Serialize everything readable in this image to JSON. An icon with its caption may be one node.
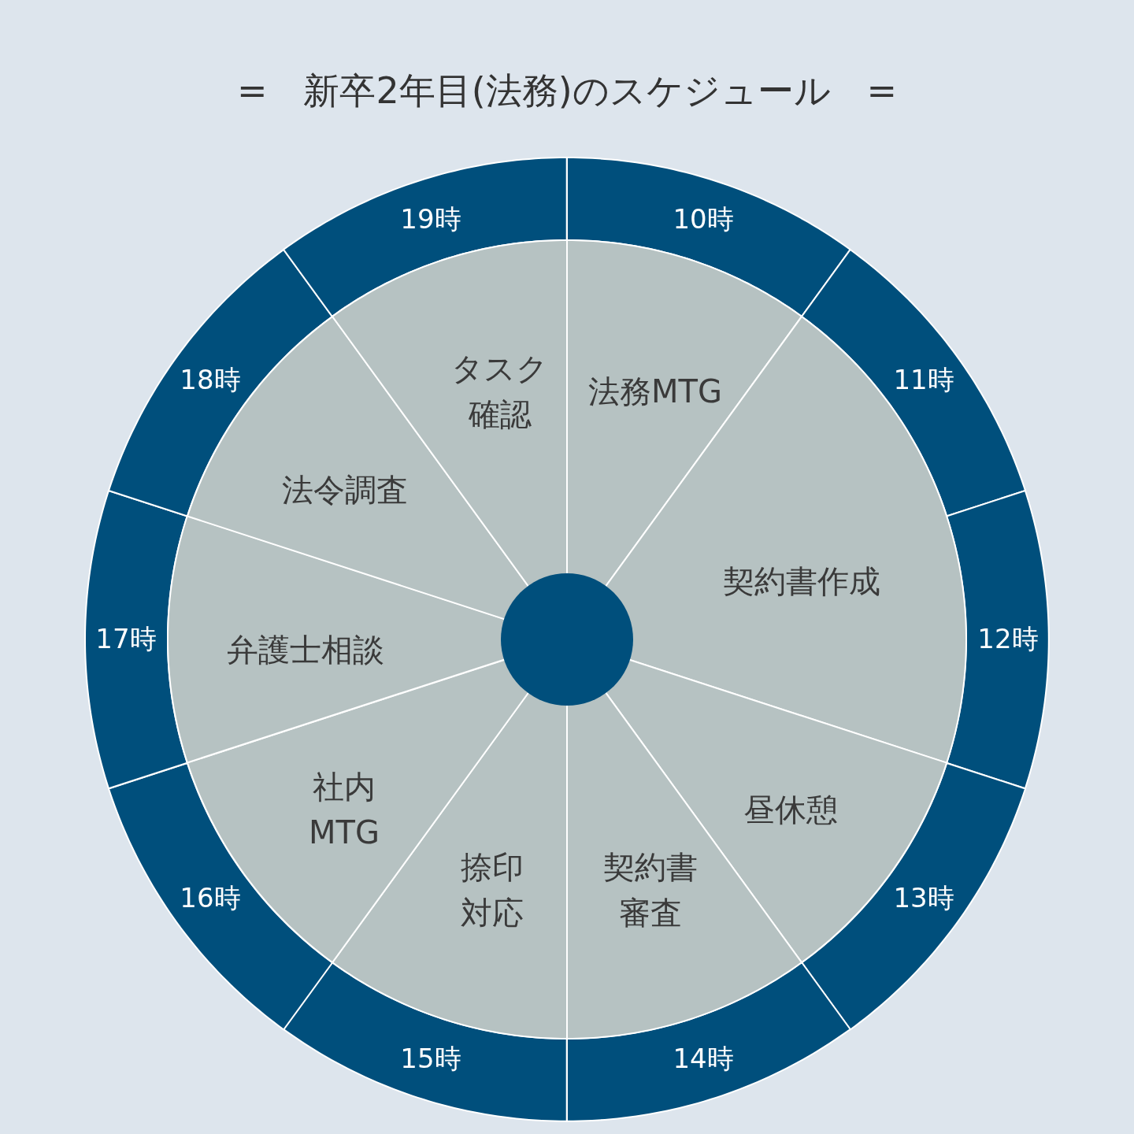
{
  "diagram": {
    "title": "=　新卒2年目(法務)のスケジュール　=",
    "nodes": [
      {
        "text": [
          "法務MTG"
        ]
      },
      {
        "text": [
          "契約書作成"
        ]
      },
      {
        "text": [
          "昼休憩"
        ]
      },
      {
        "text": [
          "契約書審査"
        ]
      },
      {
        "text": [
          "捺印対応"
        ]
      },
      {
        "text": [
          "社内MTG"
        ]
      },
      {
        "text": [
          "弁護士相談"
        ]
      },
      {
        "text": [
          "法令調査"
        ]
      },
      {
        "text": [
          "タスク確認"
        ]
      },
      {
        "text": [
          "10時"
        ]
      },
      {
        "text": [
          "11時"
        ]
      },
      {
        "text": [
          "12時"
        ]
      },
      {
        "text": [
          "13時"
        ]
      },
      {
        "text": [
          "14時"
        ]
      },
      {
        "text": [
          "15時"
        ]
      },
      {
        "text": [
          "16時"
        ]
      },
      {
        "text": [
          "17時"
        ]
      },
      {
        "text": [
          "18時"
        ]
      },
      {
        "text": [
          "19時"
        ]
      },
      {
        "text": [],
        "shape": "circle"
      }
    ]
  }
}
